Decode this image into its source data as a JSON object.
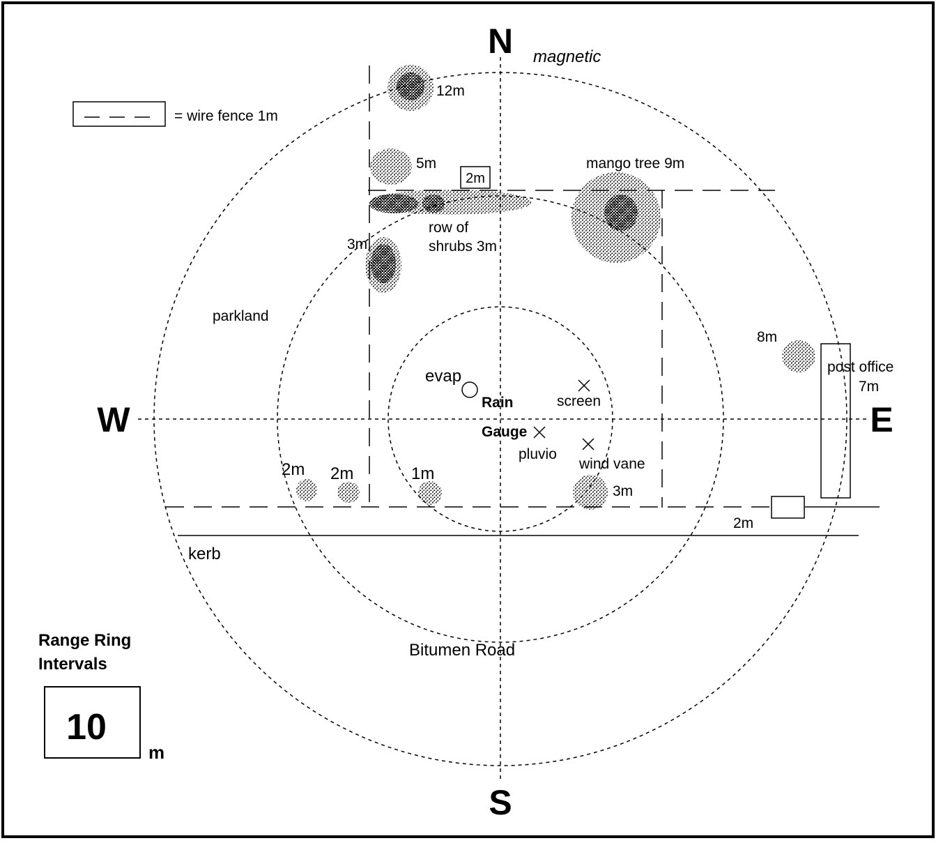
{
  "compass": {
    "north": "N",
    "south": "S",
    "east": "E",
    "west": "W",
    "north_note": "magnetic"
  },
  "legend": {
    "fence_text": "= wire fence 1m"
  },
  "range_rings": {
    "title_line1": "Range Ring",
    "title_line2": "Intervals",
    "value": "10",
    "unit": "m"
  },
  "labels": {
    "tree_12m": "12m",
    "tree_5m": "5m",
    "gate_2m_top": "2m",
    "mango": "mango tree 9m",
    "shrubs_line1": "row of",
    "shrubs_line2": "shrubs 3m",
    "tree_3m_left": "3m",
    "parkland": "parkland",
    "tree_8m": "8m",
    "post_office_line1": "post office",
    "post_office_line2": "7m",
    "evap": "evap",
    "rain": "Rain",
    "gauge": "Gauge",
    "screen": "screen",
    "pluvio": "pluvio",
    "wind_vane": "wind vane",
    "tree_2m_a": "2m",
    "tree_2m_b": "2m",
    "tree_1m": "1m",
    "tree_3m_bottom": "3m",
    "gate_2m_right": "2m",
    "kerb": "kerb",
    "bitumen_road": "Bitumen Road"
  }
}
